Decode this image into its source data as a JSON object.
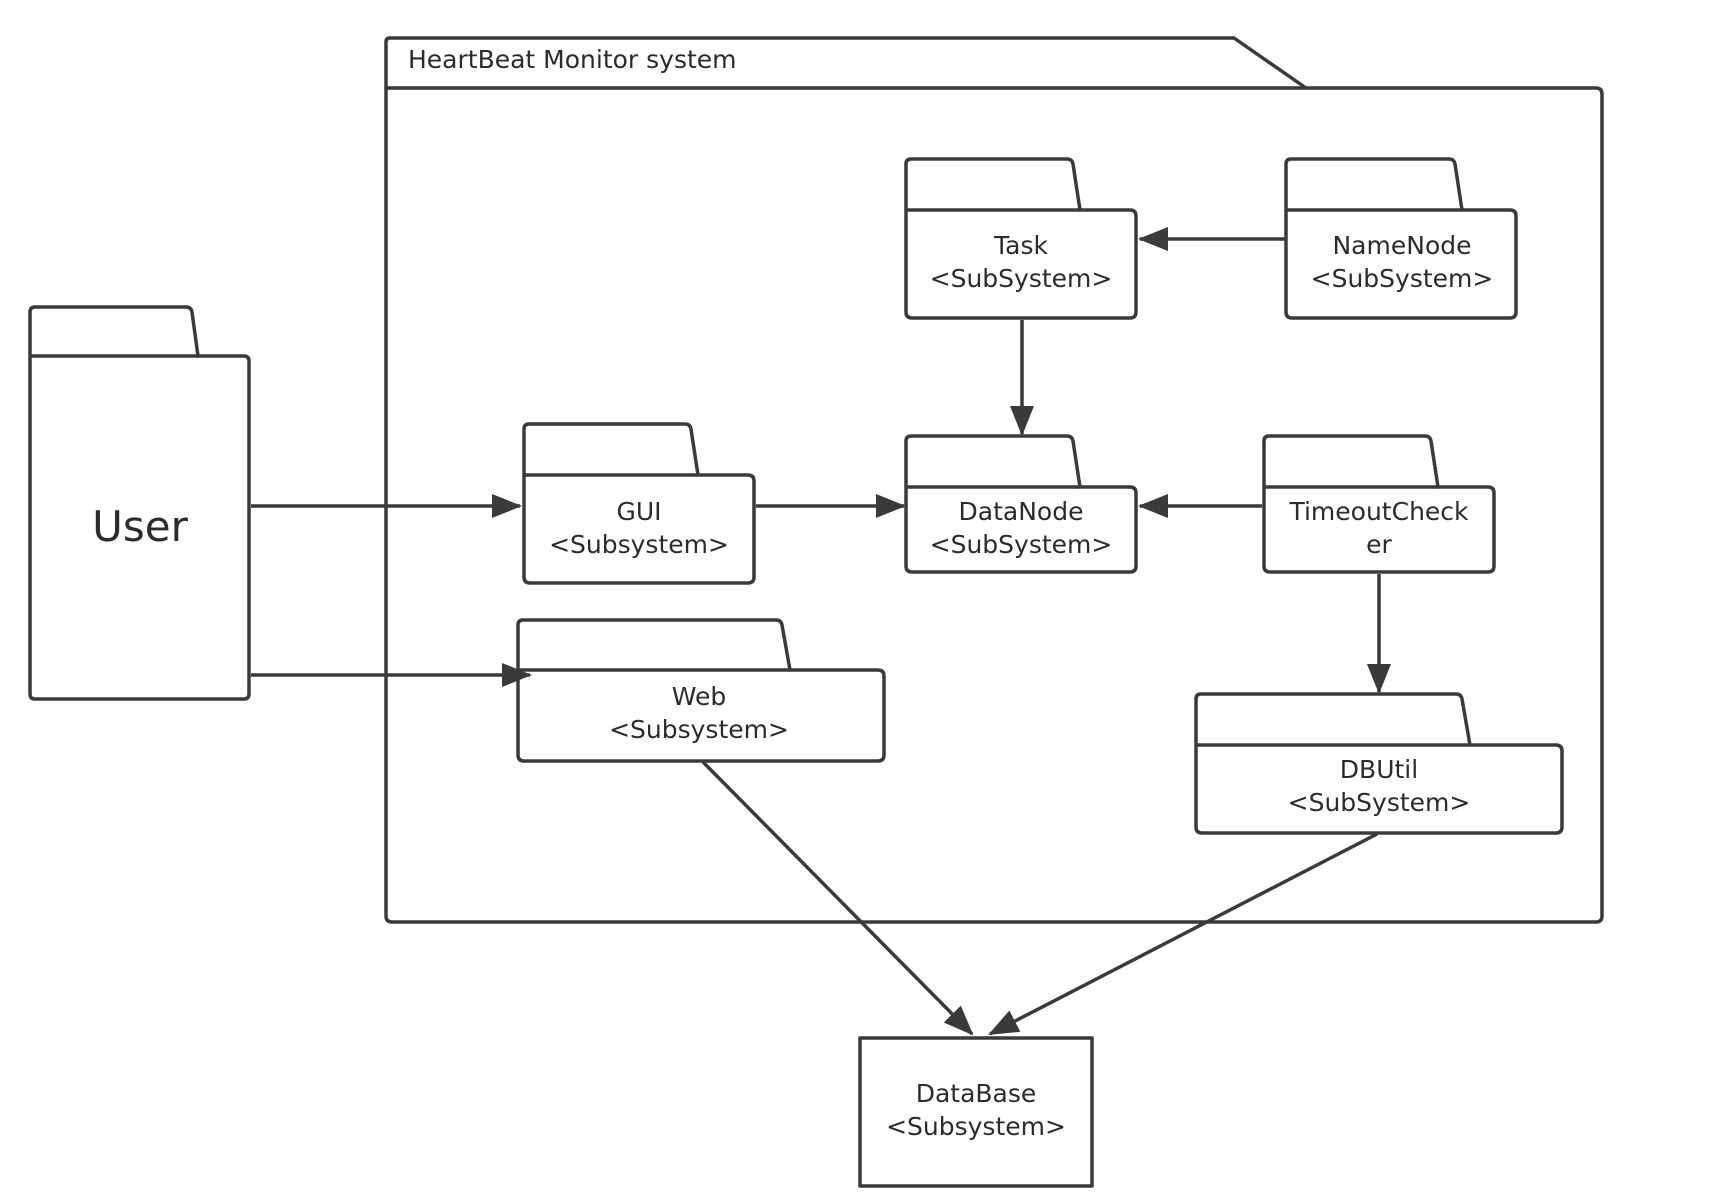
{
  "container": {
    "label": "HeartBeat Monitor system"
  },
  "actor": {
    "label": "User"
  },
  "packages": {
    "task": {
      "line1": "Task",
      "line2": "<SubSystem>"
    },
    "namenode": {
      "line1": "NameNode",
      "line2": "<SubSystem>"
    },
    "gui": {
      "line1": "GUI",
      "line2": "<Subsystem>"
    },
    "datanode": {
      "line1": "DataNode",
      "line2": "<SubSystem>"
    },
    "timeoutchecker": {
      "line1": "TimeoutCheck",
      "line2": "er"
    },
    "web": {
      "line1": "Web",
      "line2": "<Subsystem>"
    },
    "dbutil": {
      "line1": "DBUtil",
      "line2": "<SubSystem>"
    },
    "database": {
      "line1": "DataBase",
      "line2": "<Subsystem>"
    }
  },
  "connections": [
    {
      "from": "User",
      "to": "GUI"
    },
    {
      "from": "User",
      "to": "Web"
    },
    {
      "from": "NameNode",
      "to": "Task"
    },
    {
      "from": "Task",
      "to": "DataNode"
    },
    {
      "from": "GUI",
      "to": "DataNode"
    },
    {
      "from": "TimeoutChecker",
      "to": "DataNode"
    },
    {
      "from": "TimeoutChecker",
      "to": "DBUtil"
    },
    {
      "from": "Web",
      "to": "DataBase"
    },
    {
      "from": "DBUtil",
      "to": "DataBase"
    }
  ]
}
